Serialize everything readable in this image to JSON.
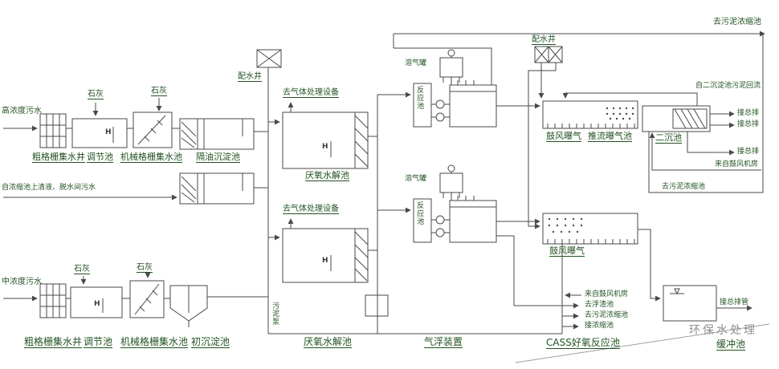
{
  "colors": {
    "diagram_line": "#4a4a4a",
    "label_text": "#215221",
    "watermark_gray": "#8f8f8f",
    "background": "#ffffff"
  },
  "process_labels": {
    "coarse_screen_well": "粗格栅集水井",
    "equalization_tank": "调节池",
    "mechanical_screen_tank": "机械格栅集水池",
    "oil_separation_tank": "隔油沉淀池",
    "primary_sedimentation_tank": "初沉淀池",
    "anaerobic_hydrolysis_tank": "厌氧水解池",
    "air_flotation_unit": "气浮装置",
    "cass_aerobic_tank": "CASS好氧反应池",
    "buffer_tank": "缓冲池",
    "secondary_clarifier": "二沉池",
    "plug_flow_aeration_tank": "推流曝气池",
    "blast_aeration": "鼓风曝气",
    "distribution_well": "配水井",
    "reaction_tank": "反应池",
    "dissolved_air_tank": "溶气罐",
    "lime": "石灰",
    "level_mark": "H",
    "sludge_pump": "污泥泵"
  },
  "stream_labels": {
    "high_concentration_sewage": "高浓度污水",
    "medium_concentration_sewage": "中浓度污水",
    "supernatant_dewatering_sewage": "自浓缩池上清液、脱水间污水",
    "to_sludge_thickening_tank": "去污泥浓缩池",
    "to_gas_treatment": "去气体处理设备",
    "clarifier_sludge_return": "自二沉淀池污泥回流",
    "to_main_outfall": "接总排",
    "to_main_outfall_pipe": "接总排管",
    "from_blower_room": "来自鼓风机房",
    "to_scum_tank": "去浮渣池",
    "to_thickening_tank": "接浓缩池"
  },
  "watermark": {
    "text": "环保水处理"
  }
}
